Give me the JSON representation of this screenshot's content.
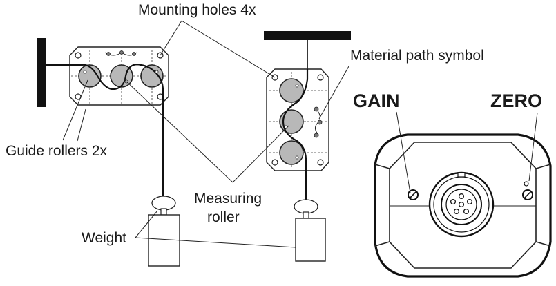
{
  "labels": {
    "mounting_holes": "Mounting holes 4x",
    "material_path_symbol": "Material path symbol",
    "gain": "GAIN",
    "zero": "ZERO",
    "guide_rollers": "Guide rollers 2x",
    "measuring_line1": "Measuring",
    "measuring_line2": "roller",
    "weight": "Weight"
  },
  "colors": {
    "line": "#222222",
    "roller_fill": "#b8b8b8",
    "background": "#ffffff"
  }
}
